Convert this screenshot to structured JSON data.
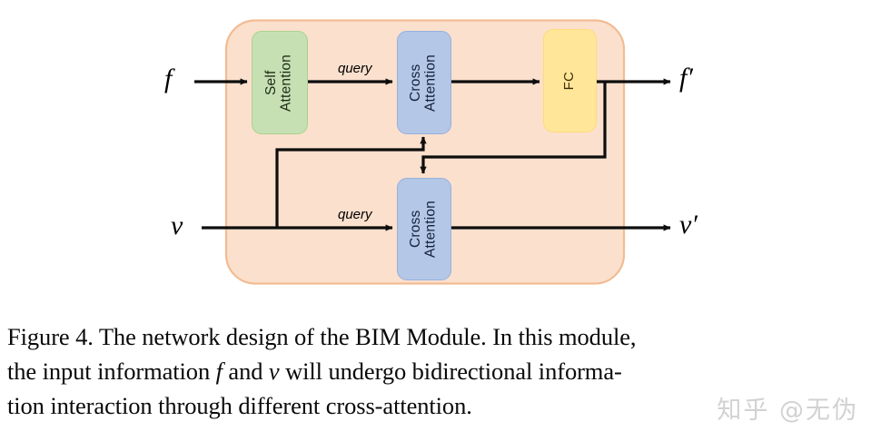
{
  "figure": {
    "container": {
      "name": "BIM Module",
      "fill": "#fbe0cd",
      "stroke": "#f0b98d"
    },
    "blocks": [
      {
        "id": "self_attention",
        "label": "Self\nAttention",
        "fill": "#c6e0b4",
        "stroke": "#a9cf90"
      },
      {
        "id": "cross_attention_top",
        "label": "Cross\nAttention",
        "fill": "#b4c7e7",
        "stroke": "#93aeda"
      },
      {
        "id": "fc",
        "label": "FC",
        "fill": "#ffe699",
        "stroke": "#ffd966"
      },
      {
        "id": "cross_attention_bottom",
        "label": "Cross\nAttention",
        "fill": "#b4c7e7",
        "stroke": "#93aeda"
      }
    ],
    "io_labels": {
      "input_f": "f",
      "input_v": "v",
      "output_f_prime": "f′",
      "output_v_prime": "v′"
    },
    "edge_labels": {
      "query_top": "query",
      "query_bottom": "query"
    },
    "edge_color": "#0d0d0d"
  },
  "caption": {
    "line1_a": "Figure 4. The network design of the BIM Module. In this module,",
    "line2_a": "the input information ",
    "line2_f": "f",
    "line2_b": " and ",
    "line2_v": "v",
    "line2_c": " will undergo bidirectional informa-",
    "line3_a": "tion interaction through different cross-attention."
  },
  "watermark": {
    "text": "知乎 @无伪"
  }
}
